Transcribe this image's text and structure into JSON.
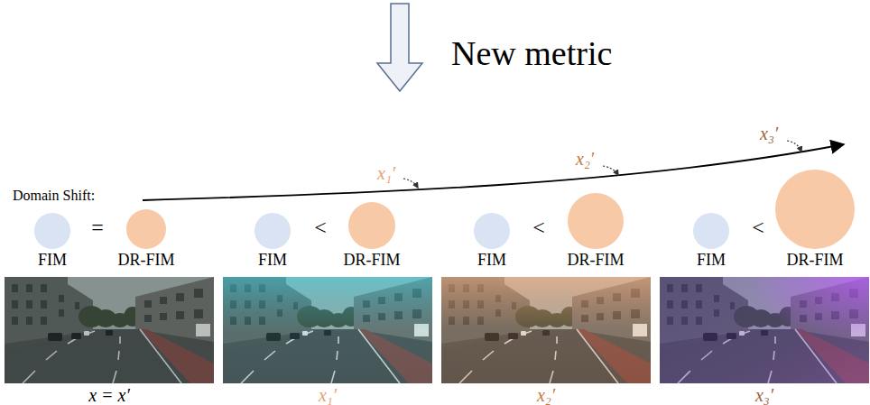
{
  "diagram": {
    "nodes": [
      {
        "text": [
          "FIM"
        ]
      },
      {
        "text": [
          "DR-FIM"
        ]
      },
      {
        "text": [
          "FIM"
        ]
      },
      {
        "text": [
          "DR-FIM"
        ]
      },
      {
        "text": [
          "FIM"
        ]
      },
      {
        "text": [
          "DR-FIM"
        ]
      },
      {
        "text": [
          "FIM"
        ]
      },
      {
        "text": [
          "DR-FIM"
        ]
      },
      {
        "text": [
          "x = x′"
        ]
      },
      {
        "text": [
          "x₁′"
        ]
      },
      {
        "text": [
          "x₂′"
        ]
      },
      {
        "text": [
          "x₃′"
        ]
      }
    ],
    "labels": [
      "New metric",
      "Domain Shift:",
      "x₁′",
      "x₂′",
      "x₃′",
      "=",
      "<",
      "<",
      "<"
    ]
  }
}
